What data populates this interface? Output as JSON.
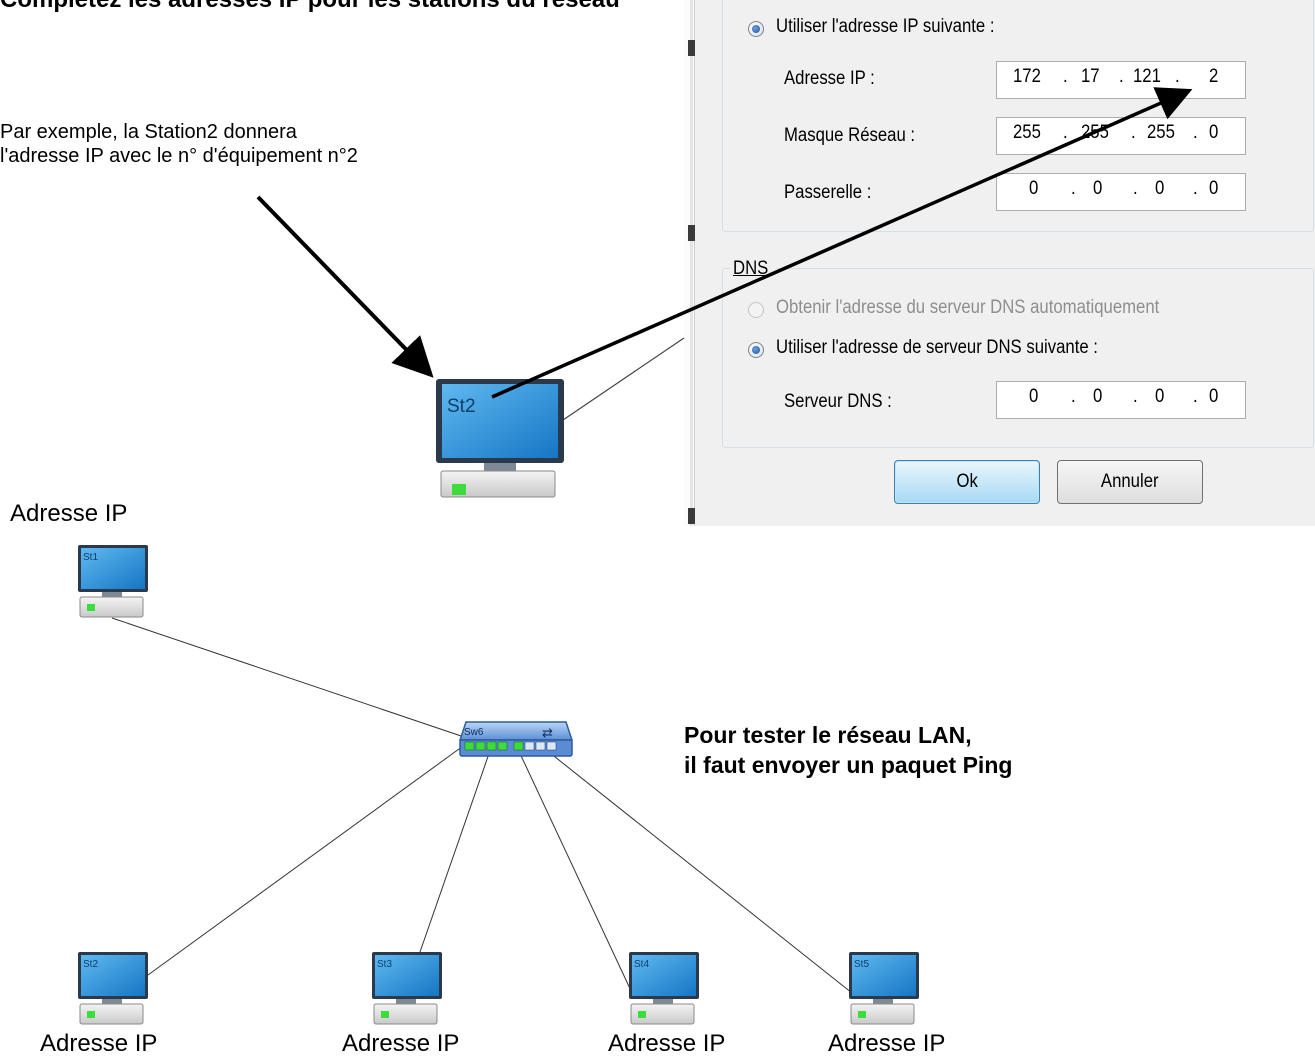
{
  "headline": "Complétez les adresses IP pour les stations du réseau",
  "note": "Par exemple, la Station2 donnera\nl'adresse IP avec le n° d'équipement n°2",
  "test_note": "Pour tester le réseau LAN,\nil faut envoyer un paquet Ping",
  "dialog": {
    "radio_ip_manual": "Utiliser l'adresse IP suivante :",
    "label_ip": "Adresse IP :",
    "label_mask": "Masque Réseau :",
    "label_gateway": "Passerelle :",
    "ip": [
      "172",
      "17",
      "121",
      "2"
    ],
    "mask": [
      "255",
      "255",
      "255",
      "0"
    ],
    "gateway": [
      "0",
      "0",
      "0",
      "0"
    ],
    "dns_group": "DNS",
    "radio_dns_auto": "Obtenir l'adresse du serveur DNS automatiquement",
    "radio_dns_manual": "Utiliser l'adresse de serveur DNS suivante :",
    "label_dns": "Serveur DNS :",
    "dns": [
      "0",
      "0",
      "0",
      "0"
    ],
    "ok_button": "Ok",
    "cancel_button": "Annuler"
  },
  "network": {
    "big_station_label": "St2",
    "switch_label": "Sw6",
    "stations": [
      "St1",
      "St2",
      "St3",
      "St4",
      "St5"
    ],
    "ip_label": "Adresse IP"
  },
  "colors": {
    "screen_blue": "#1e8fd8",
    "monitor_frame": "#2a3a4c",
    "led_green": "#3ddc3d",
    "switch_blue": "#4a80d0"
  }
}
